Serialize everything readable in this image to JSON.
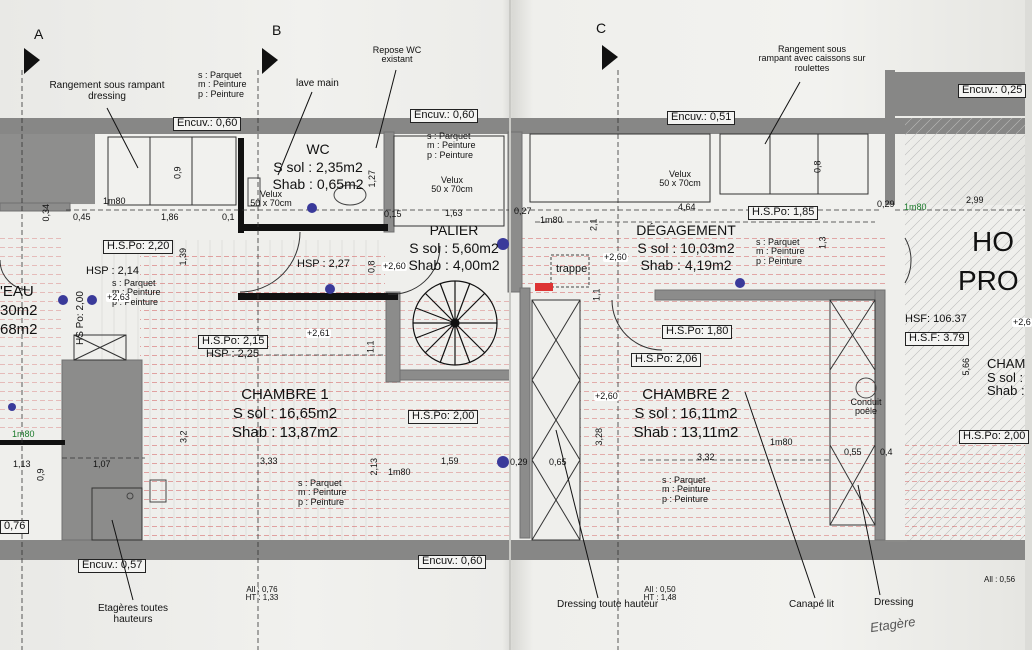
{
  "axes": {
    "a": "A",
    "b": "B",
    "c": "C"
  },
  "rooms": {
    "wc": {
      "name": "WC",
      "ssol": "S sol : 2,35m2",
      "shab": "Shab : 0,65m2"
    },
    "palier": {
      "name": "PALIER",
      "ssol": "S sol : 5,60m2",
      "shab": "Shab : 4,00m2"
    },
    "degagement": {
      "name": "DÉGAGEMENT",
      "ssol": "S sol : 10,03m2",
      "shab": "Shab : 4,19m2"
    },
    "chambre1": {
      "name": "CHAMBRE 1",
      "ssol": "S sol : 16,65m2",
      "shab": "Shab : 13,87m2"
    },
    "chambre2": {
      "name": "CHAMBRE 2",
      "ssol": "S sol : 16,11m2",
      "shab": "Shab : 13,11m2"
    },
    "eau": {
      "name": "'EAU",
      "ssol": "30m2",
      "shab": "68m2"
    },
    "right": {
      "name1": "HO",
      "name2": "PRO",
      "cham": "CHAM",
      "ssol": "S sol :",
      "shab": "Shab :"
    }
  },
  "finishes": {
    "s": "s : Parquet",
    "m": "m : Peinture",
    "p": "p : Peinture"
  },
  "labels": {
    "rangement_dressing_1": "Rangement sous rampant",
    "rangement_dressing_2": "dressing",
    "lave_main": "lave main",
    "repose_wc_1": "Repose WC",
    "repose_wc_2": "existant",
    "rangement_roulettes_1": "Rangement sous",
    "rangement_roulettes_2": "rampant avec caissons sur",
    "rangement_roulettes_3": "roulettes",
    "velux_1": "Velux",
    "velux_2": "50 x 70cm",
    "trappe": "trappe",
    "conduit_1": "Conduit",
    "conduit_2": "poêle",
    "etageres_1": "Etagères toutes",
    "etageres_2": "hauteurs",
    "dressing_toute": "Dressing toute hauteur",
    "canape": "Canapé lit",
    "dressing": "Dressing",
    "signature": "Etagère"
  },
  "tags": {
    "encuv_060_a": "Encuv.: 0,60",
    "encuv_060_b": "Encuv.: 0,60",
    "encuv_051": "Encuv.: 0,51",
    "encuv_025": "Encuv.: 0,25",
    "encuv_057": "Encuv.: 0,57",
    "encuv_060_c": "Encuv.: 0,60",
    "encuv_076": "0,76",
    "hspo_220": "H.S.Po: 2,20",
    "hsp_214": "HSP : 2,14",
    "hsp_227": "HSP : 2,27",
    "hspo_215": "H.S.Po: 2,15",
    "hsp_225": "HSP : 2,25",
    "hspo_200": "H.S.Po: 2,00",
    "hspo_185": "H.S.Po: 1,85",
    "hspo_180": "H.S.Po: 1,80",
    "hspo_206": "H.S.Po: 2,06",
    "hspo_200_r": "H.S.Po: 2,00",
    "hsf_10637": "HSF: 106.37",
    "hsf_379": "H.S.F: 3.79",
    "hspo_200_v": "HS Po: 2,00"
  },
  "dims": {
    "d045": "0,45",
    "d186": "1,86",
    "d01": "0,1",
    "d163": "1,63",
    "d027": "0,27",
    "d464": "4,64",
    "d029": "0,29",
    "d299": "2,99",
    "d1m80_a": "1m80",
    "d1m80_b": "1m80",
    "d1m80_c": "1m80",
    "d1m80_d": "1m80",
    "d1m80_e": "1m80",
    "d1m80_f": "1m80",
    "d113": "1,13",
    "d107": "1,07",
    "d333": "3,33",
    "d159": "1,59",
    "d029b": "0,29",
    "d065": "0,65",
    "d332": "3,32",
    "d055": "0,55",
    "d04": "0,4",
    "d034": "0,34",
    "d09": "0,9",
    "d139": "1,39",
    "d32": "3,2",
    "d213": "2,13",
    "d328": "3,28",
    "d566": "5,66",
    "d127": "1,27",
    "d015": "0,15",
    "d11": "1,1",
    "d08": "0,8",
    "d13": "1,3",
    "d21": "2,1",
    "d08b": "0,8",
    "d09b": "0,9",
    "d11b": "1,1"
  },
  "levels": {
    "l263": "+2,63",
    "l260": "+2,60",
    "l261": "+2,61",
    "l260b": "+2,60",
    "l260c": "+2,60",
    "l26": "+2,6"
  },
  "footnotes": {
    "all_1": "All : 0,76",
    "ht_1": "HT : 1,33",
    "all_2": "All : 0,50",
    "ht_2": "HT : 1,48",
    "all_3": "All : 0,56"
  }
}
